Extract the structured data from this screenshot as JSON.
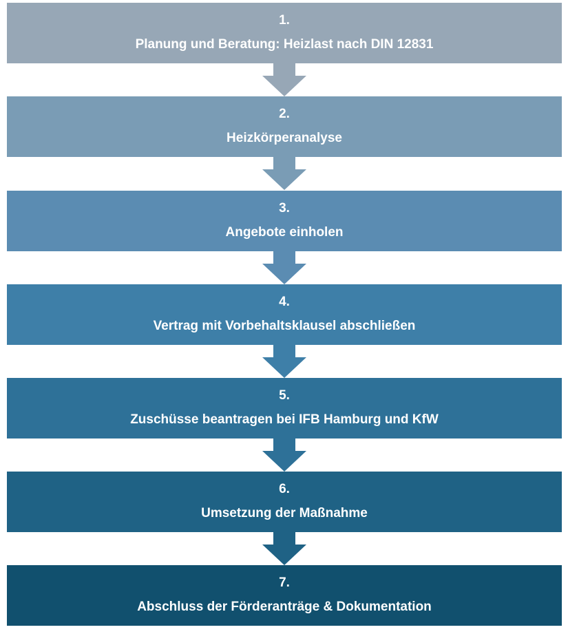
{
  "steps": [
    {
      "number": "1.",
      "label": "Planung und Beratung: Heizlast nach DIN 12831",
      "color": "#97a7b6",
      "arrow_color": "#97a7b6"
    },
    {
      "number": "2.",
      "label": "Heizkörperanalyse",
      "color": "#7a9cb5",
      "arrow_color": "#7a9cb5"
    },
    {
      "number": "3.",
      "label": "Angebote einholen",
      "color": "#5b8cb2",
      "arrow_color": "#5b8cb2"
    },
    {
      "number": "4.",
      "label": "Vertrag mit Vorbehaltsklausel abschließen",
      "color": "#3e7fa8",
      "arrow_color": "#3e7fa8"
    },
    {
      "number": "5.",
      "label": "Zuschüsse beantragen bei IFB Hamburg und KfW",
      "color": "#2e7198",
      "arrow_color": "#2e7198"
    },
    {
      "number": "6.",
      "label": "Umsetzung der Maßnahme",
      "color": "#1f6285",
      "arrow_color": "#1f6285"
    },
    {
      "number": "7.",
      "label": "Abschluss der Förderanträge & Dokumentation",
      "color": "#11506e"
    }
  ]
}
